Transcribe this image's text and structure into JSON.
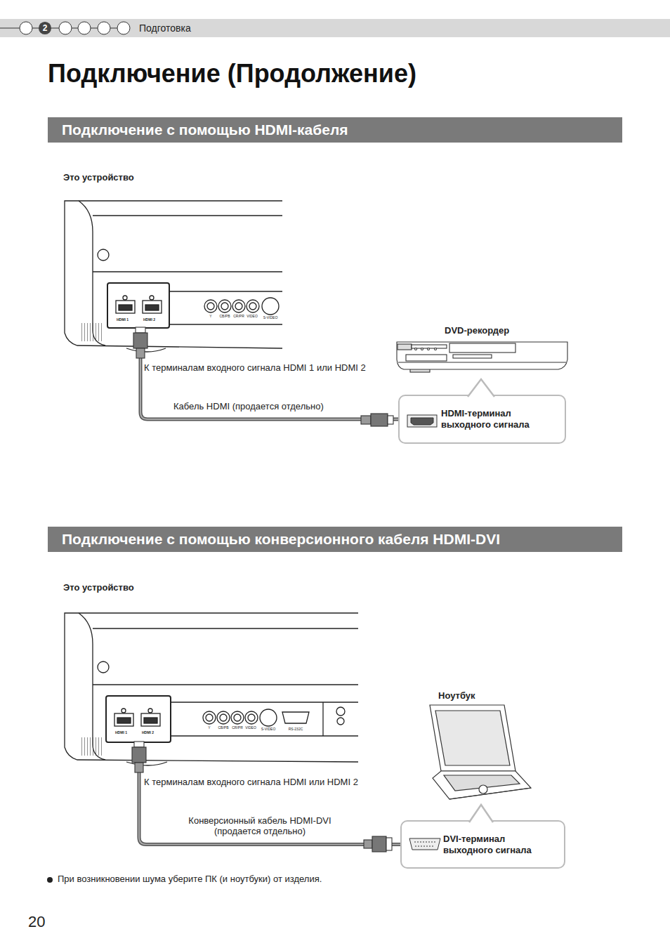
{
  "diagram": {
    "title": "Подключение (Продолжение)",
    "nodes": [
      {
        "text": [
          "Подготовка"
        ]
      },
      {
        "text": [
          "2"
        ],
        "in": 0
      },
      {
        "text": [
          "Подключение с помощью HDMI-кабеля"
        ]
      },
      {
        "text": [
          "HDMI 1",
          "HDMI 2"
        ]
      },
      {
        "text": [
          "HDMI-терминал выходного сигнала"
        ]
      },
      {
        "text": [
          "Подключение с помощью конверсионного кабеля HDMI-DVI"
        ]
      },
      {
        "text": [
          "HDMI 1",
          "HDMI 2"
        ]
      },
      {
        "text": [
          "DVI-терминал выходного сигнала"
        ]
      }
    ],
    "edges": [
      {
        "from": 3,
        "to": 4,
        "arrow": "none",
        "label": "Кабель HDMI (продается отдельно)"
      },
      {
        "from": 6,
        "to": 7,
        "arrow": "none",
        "label": "Конверсионный кабель HDMI-DVI (продается отдельно)"
      }
    ],
    "labels": [
      "Это устройство",
      "Y",
      "CB/PB",
      "CR/PR",
      "VIDEO",
      "S-VIDEO",
      "DVD-рекордер",
      "К терминалам входного сигнала HDMI 1 или HDMI 2",
      "Это устройство",
      "Y",
      "CB/PB",
      "CR/PR",
      "VIDEO",
      "S-VIDEO",
      "RS-232C",
      "Ноутбук",
      "К терминалам входного сигнала HDMI или HDMI 2",
      "При возникновении шума уберите ПК (и ноутбуки) от изделия.",
      "20"
    ]
  }
}
